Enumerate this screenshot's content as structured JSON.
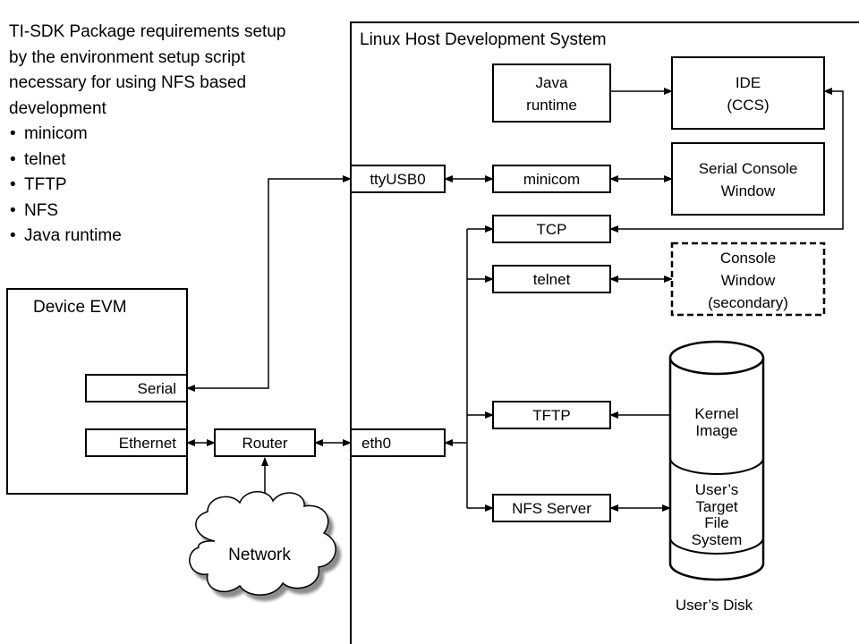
{
  "requirements": {
    "heading": "TI-SDK Package requirements setup by the environment setup script necessary for using NFS based development",
    "items": [
      "minicom",
      "telnet",
      "TFTP",
      "NFS",
      "Java runtime"
    ]
  },
  "host": {
    "title": "Linux Host Development System",
    "java_runtime": [
      "Java",
      "runtime"
    ],
    "ide": [
      "IDE",
      "(CCS)"
    ],
    "ttyusb0": "ttyUSB0",
    "minicom": "minicom",
    "serial_console": [
      "Serial Console",
      "Window"
    ],
    "tcp": "TCP",
    "telnet": "telnet",
    "console_secondary": [
      "Console",
      "Window",
      "(secondary)"
    ],
    "tftp": "TFTP",
    "eth0": "eth0",
    "nfs_server": "NFS Server",
    "disk": {
      "kernel_image": [
        "Kernel",
        "Image"
      ],
      "target_fs": [
        "User’s",
        "Target",
        "File",
        "System"
      ],
      "label": "User’s Disk"
    }
  },
  "evm": {
    "title": "Device EVM",
    "serial": "Serial",
    "ethernet": "Ethernet"
  },
  "router": "Router",
  "network": "Network"
}
